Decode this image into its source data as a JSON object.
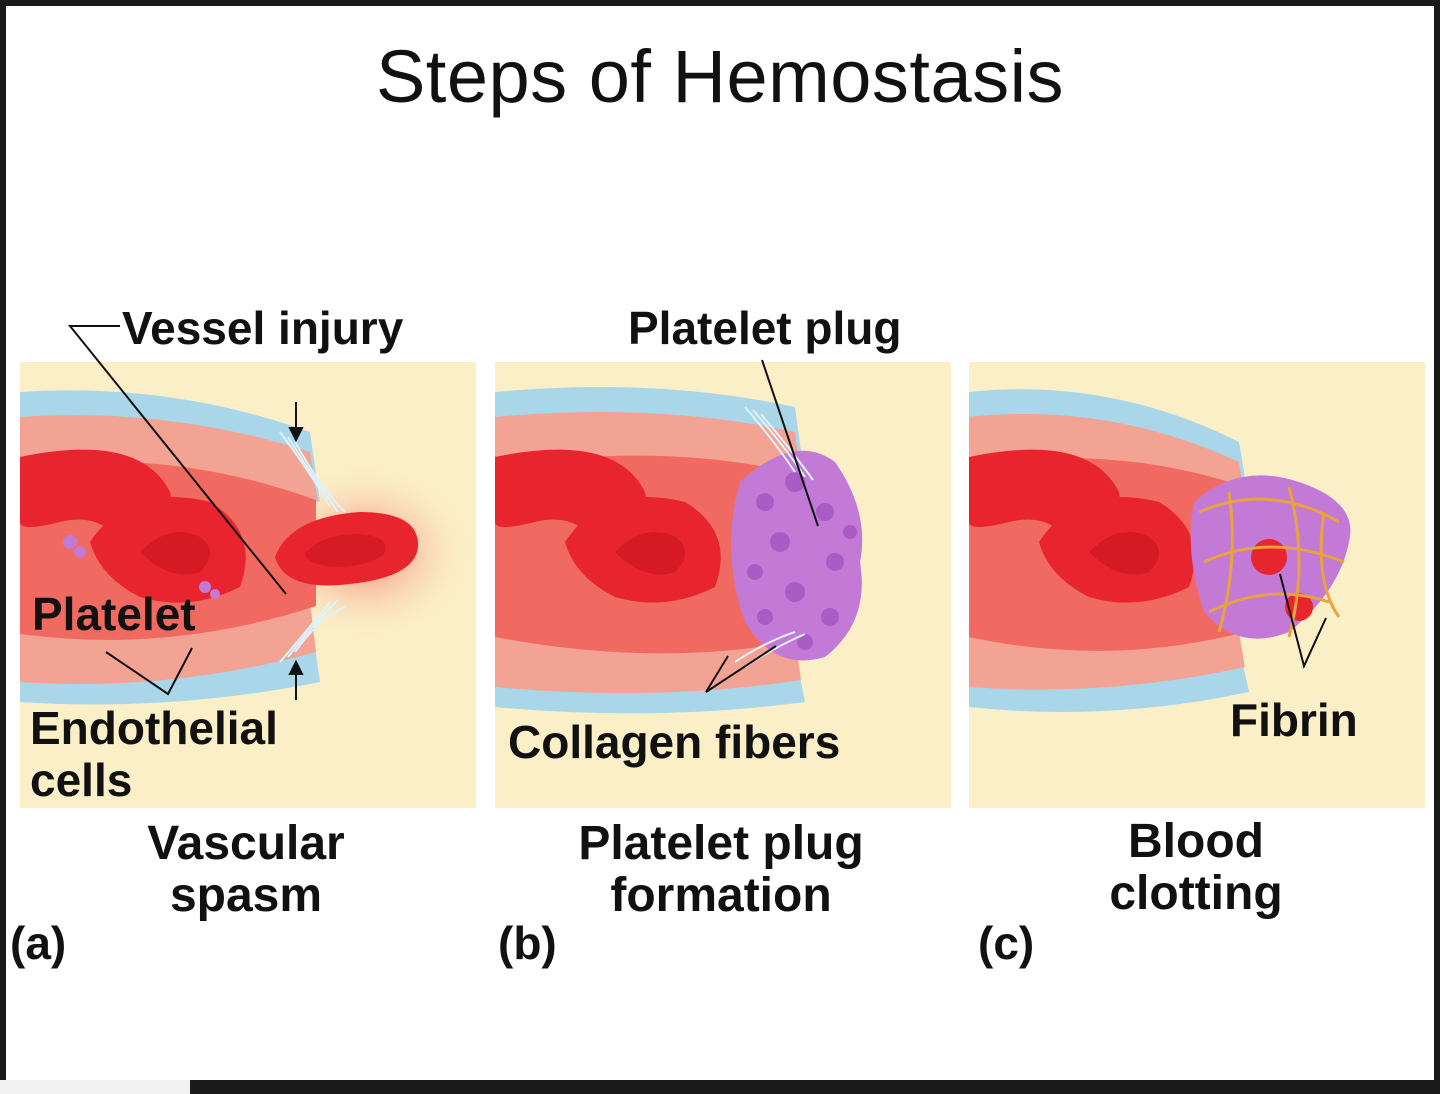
{
  "title": "Steps of Hemostasis",
  "panels": [
    {
      "letter": "(a)",
      "caption": "Vascular\nspasm",
      "labels": {
        "vessel_injury": "Vessel injury",
        "platelet": "Platelet",
        "endothelial": "Endothelial\ncells"
      }
    },
    {
      "letter": "(b)",
      "caption": "Platelet plug\nformation",
      "labels": {
        "platelet_plug": "Platelet plug",
        "collagen": "Collagen fibers"
      }
    },
    {
      "letter": "(c)",
      "caption": "Blood\nclotting",
      "labels": {
        "fibrin": "Fibrin"
      }
    }
  ],
  "colors": {
    "background": "#fbefc8",
    "vessel_outer": "#a9d6e8",
    "vessel_wall": "#f2a394",
    "lumen": "#f06a62",
    "red_cell": "#e8242e",
    "platelet": "#c27ad6",
    "fibrin": "#e8a33c"
  }
}
